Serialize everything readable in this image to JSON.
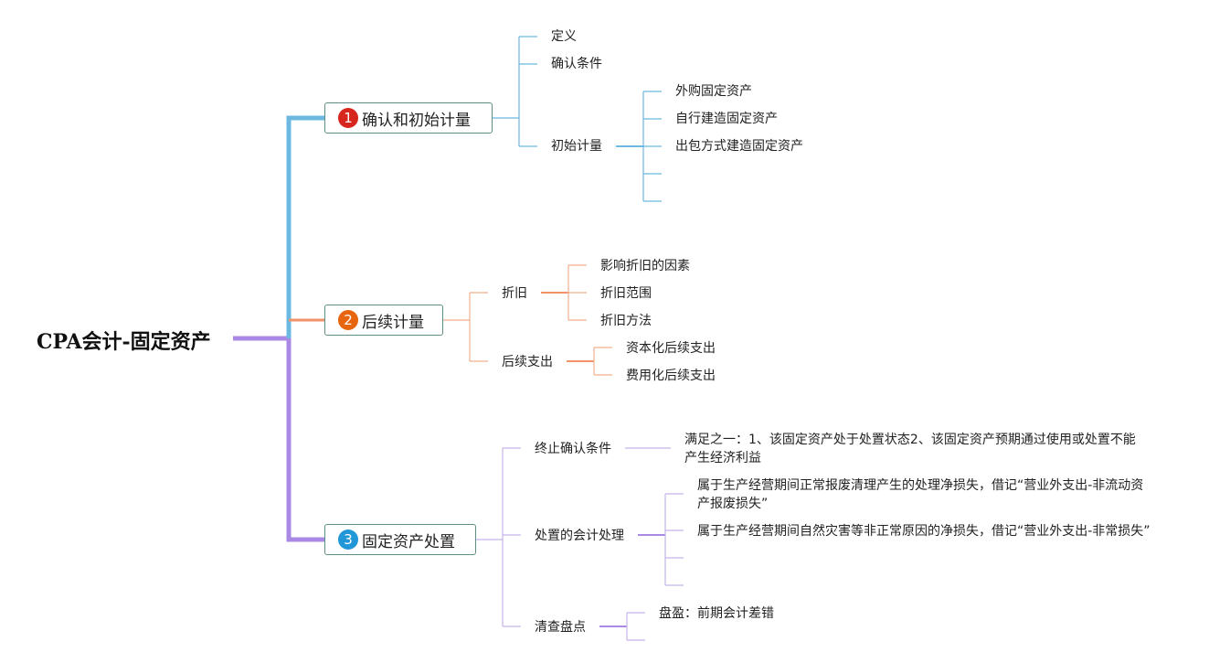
{
  "root": "CPA会计-固定资产",
  "branches": [
    {
      "num": "1",
      "title": "确认和初始计量",
      "color": "#6cb8e0",
      "badge_color": "#d7261e",
      "items": {
        "definition": "定义",
        "conditions": "确认条件",
        "initial": "初始计量",
        "purchase": "外购固定资产",
        "self_built": "自行建造固定资产",
        "outsourced": "出包方式建造固定资产"
      }
    },
    {
      "num": "2",
      "title": "后续计量",
      "color": "#f0926a",
      "badge_color": "#e8650f",
      "items": {
        "depreciation": "折旧",
        "dep_factors": "影响折旧的因素",
        "dep_scope": "折旧范围",
        "dep_method": "折旧方法",
        "subsequent": "后续支出",
        "capitalized": "资本化后续支出",
        "expensed": "费用化后续支出"
      }
    },
    {
      "num": "3",
      "title": "固定资产处置",
      "color": "#b08ae0",
      "badge_color": "#2197d8",
      "items": {
        "derecognition": "终止确认条件",
        "derecognition_detail": "满足之一：1、该固定资产处于处置状态2、该固定资产预期通过使用或处置不能产生经济利益",
        "accounting": "处置的会计处理",
        "acc_normal": "属于生产经营期间正常报废清理产生的处理净损失，借记“营业外支出-非流动资产报废损失”",
        "acc_abnormal": "属于生产经营期间自然灾害等非正常原因的净损失，借记“营业外支出-非常损失”",
        "inventory": "清查盘点",
        "surplus": "盘盈：前期会计差错"
      }
    }
  ]
}
